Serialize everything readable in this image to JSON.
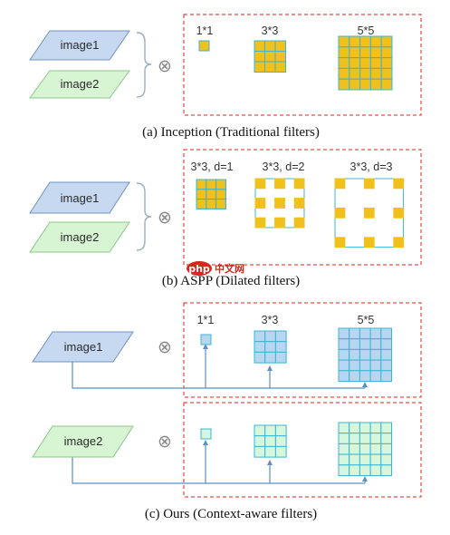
{
  "colors": {
    "image1_fill": "#c6d9f1",
    "image1_stroke": "#6f93bf",
    "image2_fill": "#d7f5d3",
    "image2_stroke": "#8cc78a",
    "grid_stroke": "#3cb4d2",
    "traditional_fill": "#f0c01c",
    "context_image1_fill": "#b7d6f0",
    "context_image2_fill": "#d6f7de",
    "box_border": "#d9261c",
    "connector": "#5c8fc4",
    "brace": "#9aaec3"
  },
  "inputs": {
    "image1": "image1",
    "image2": "image2"
  },
  "operator_symbol": "⊗",
  "panel_a": {
    "caption": "(a) Inception (Traditional filters)",
    "filters": [
      {
        "label": "1*1",
        "size": 1
      },
      {
        "label": "3*3",
        "size": 3
      },
      {
        "label": "5*5",
        "size": 5
      }
    ]
  },
  "panel_b": {
    "caption": "(b) ASPP (Dilated filters)",
    "filters": [
      {
        "label": "3*3, d=1",
        "dilation": 1
      },
      {
        "label": "3*3, d=2",
        "dilation": 2
      },
      {
        "label": "3*3, d=3",
        "dilation": 3
      }
    ]
  },
  "panel_c": {
    "caption": "(c) Ours (Context-aware filters)",
    "filter_labels": [
      "1*1",
      "3*3",
      "5*5"
    ]
  },
  "watermark": {
    "logo": "php",
    "text": "中文网"
  }
}
